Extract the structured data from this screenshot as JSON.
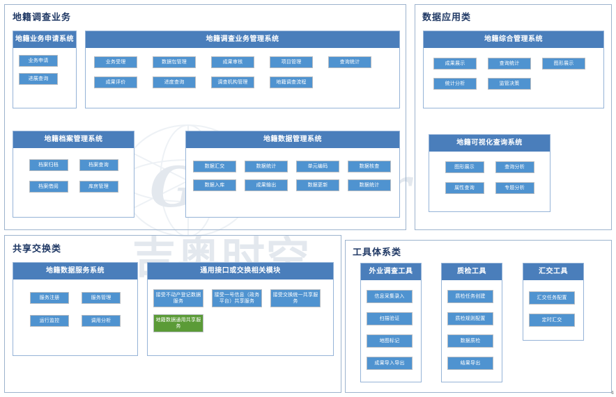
{
  "groups": {
    "cadastre": {
      "title": "地籍调查业务",
      "panels": {
        "apply": {
          "title": "地籍业务申请系统",
          "buttons": [
            "业务申请",
            "进展查询"
          ]
        },
        "survey": {
          "title": "地籍调查业务管理系统",
          "buttons": [
            "业务受理",
            "数据包管理",
            "成果审核",
            "项目管理",
            "查询统计",
            "成果评价",
            "进度查询",
            "调查机构管理",
            "地籍调查流程"
          ]
        },
        "archive": {
          "title": "地籍档案管理系统",
          "buttons": [
            "档案归档",
            "档案查询",
            "档案借阅",
            "库房管理"
          ]
        },
        "data": {
          "title": "地籍数据管理系统",
          "buttons": [
            "数据汇交",
            "数据统计",
            "单元编码",
            "数据核查",
            "数据入库",
            "成果输出",
            "数据更新",
            "数据统计"
          ]
        }
      }
    },
    "application": {
      "title": "数据应用类",
      "panels": {
        "integrated": {
          "title": "地籍综合管理系统",
          "buttons": [
            "成果展示",
            "查询统计",
            "图形展示",
            "统计分析",
            "监管决策"
          ]
        },
        "visual": {
          "title": "地籍可视化查询系统",
          "buttons": [
            "图形展示",
            "查询分析",
            "属性查询",
            "专题分析"
          ]
        }
      }
    },
    "share": {
      "title": "共享交换类",
      "panels": {
        "service": {
          "title": "地籍数据服务系统",
          "buttons": [
            "服务注册",
            "服务管理",
            "运行监控",
            "调用分析"
          ]
        },
        "interface": {
          "title": "通用接口或交换相关模块",
          "buttons": [
            {
              "label": "接受不动产登记数据服务",
              "color": "blue"
            },
            {
              "label": "接受一号信息（政务平台）共享服务",
              "color": "blue"
            },
            {
              "label": "接受交换统一共享服务",
              "color": "blue"
            },
            {
              "label": "地籍数据通用共享服务",
              "color": "green"
            }
          ]
        }
      }
    },
    "tools": {
      "title": "工具体系类",
      "panels": {
        "field": {
          "title": "外业调查工具",
          "buttons": [
            "信息采集录入",
            "扫描验证",
            "地图标记",
            "成果导入导出"
          ]
        },
        "qc": {
          "title": "质检工具",
          "buttons": [
            "质检任务创建",
            "质检规则配置",
            "数据质检",
            "结果导出"
          ]
        },
        "submit": {
          "title": "汇交工具",
          "buttons": [
            "汇交任务配置",
            "定时汇交"
          ]
        }
      }
    }
  },
  "watermark": {
    "brand": "GeoStar",
    "cn": "吉奥时空"
  },
  "corner": "4",
  "colors": {
    "panel_header": "#4a7ebb",
    "button_blue": "#4f93d0",
    "button_green": "#5b9b37",
    "group_border": "#9cb3cd",
    "title_text": "#1f3864"
  }
}
